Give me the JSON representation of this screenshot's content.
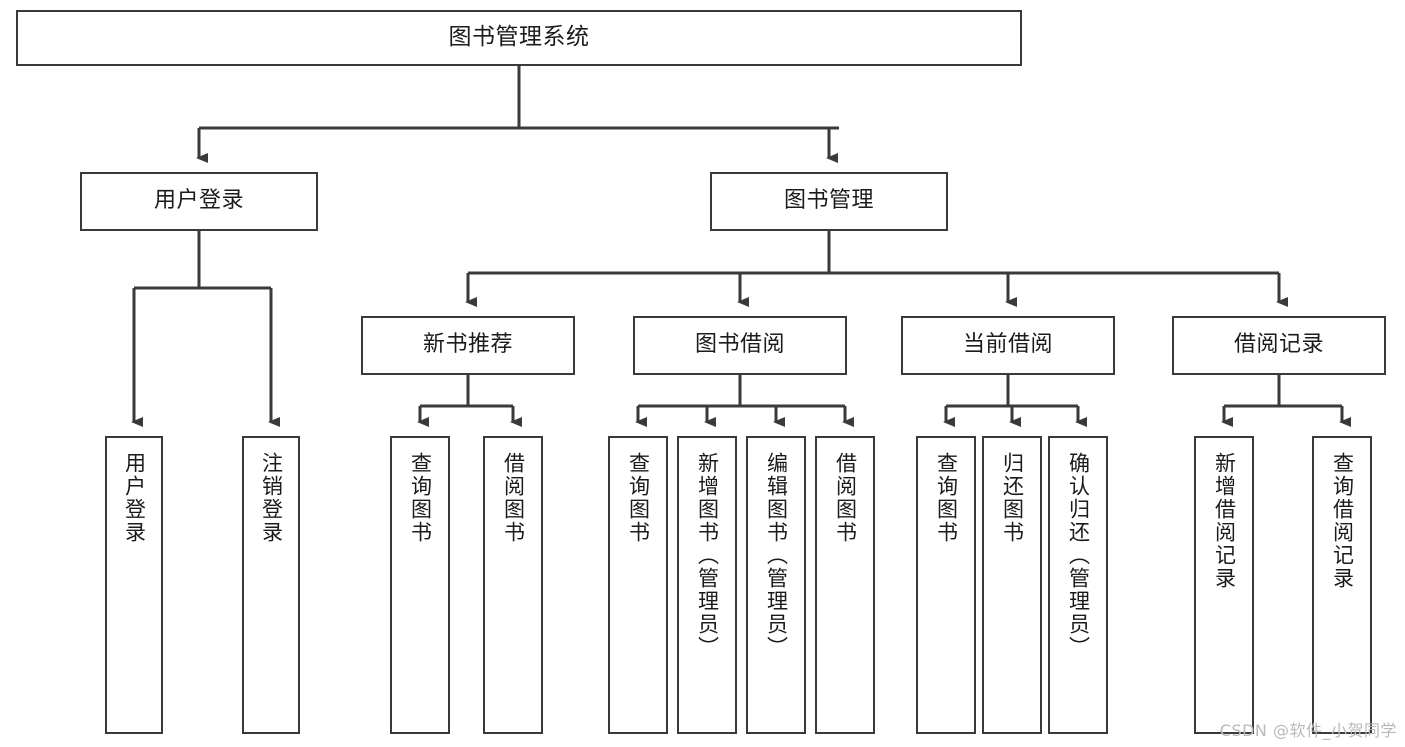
{
  "diagram": {
    "title": "图书管理系统",
    "watermark": "CSDN @软件_小贺同学",
    "colors": {
      "background": "#ffffff",
      "border": "#3a3a3a",
      "edge": "#3a3a3a",
      "text": "#1b1b1b",
      "watermark": "#b9b9b9"
    },
    "nodes": {
      "root": {
        "label": "图书管理系统"
      },
      "level2": [
        {
          "label": "用户登录"
        },
        {
          "label": "图书管理"
        }
      ],
      "level3": [
        {
          "label": "新书推荐"
        },
        {
          "label": "图书借阅"
        },
        {
          "label": "当前借阅"
        },
        {
          "label": "借阅记录"
        }
      ],
      "leaves_user_login": [
        {
          "label": "用户登录"
        },
        {
          "label": "注销登录"
        }
      ],
      "leaves_new_book": [
        {
          "label": "查询图书"
        },
        {
          "label": "借阅图书"
        }
      ],
      "leaves_borrow": [
        {
          "label": "查询图书"
        },
        {
          "label": "新增图书（管理员）"
        },
        {
          "label": "编辑图书（管理员）"
        },
        {
          "label": "借阅图书"
        }
      ],
      "leaves_current": [
        {
          "label": "查询图书"
        },
        {
          "label": "归还图书"
        },
        {
          "label": "确认归还（管理员）"
        }
      ],
      "leaves_records": [
        {
          "label": "新增借阅记录"
        },
        {
          "label": "查询借阅记录"
        }
      ]
    }
  }
}
